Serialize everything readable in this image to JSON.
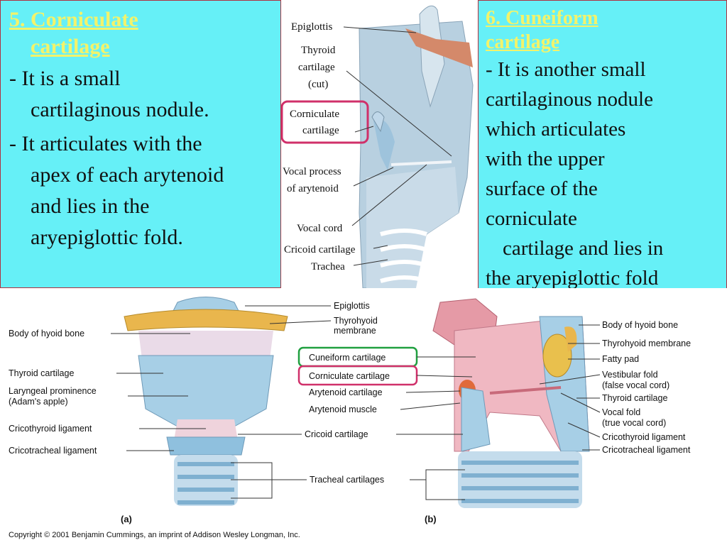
{
  "left_panel": {
    "heading_line1": "5. Corniculate",
    "heading_line2": "cartilage",
    "bullet1_line1": "- It is a small",
    "bullet1_line2": "cartilaginous nodule.",
    "bullet2_line1": "- It articulates with the",
    "bullet2_line2": "apex of each arytenoid",
    "bullet2_line3": "and lies in the",
    "bullet2_line4": "aryepiglottic fold."
  },
  "right_panel": {
    "heading_line1": "6. Cuneiform",
    "heading_line2": "cartilage",
    "lines": [
      "- It is another small",
      "cartilaginous nodule",
      "which articulates",
      "with the upper",
      "surface of the",
      "corniculate",
      "cartilage and lies in",
      "the aryepiglottic fold"
    ]
  },
  "top_figure": {
    "labels": {
      "epiglottis": "Epiglottis",
      "thyroid1": "Thyroid",
      "thyroid2": "cartilage",
      "thyroid3": "(cut)",
      "corniculate1": "Corniculate",
      "corniculate2": "cartilage",
      "vocal_process1": "Vocal process",
      "vocal_process2": "of arytenoid",
      "vocal_cord": "Vocal cord",
      "cricoid": "Cricoid cartilage",
      "trachea": "Trachea"
    }
  },
  "bottom_figure": {
    "left_labels": {
      "hyoid": "Body of hyoid bone",
      "thyroid": "Thyroid cartilage",
      "prominence1": "Laryngeal prominence",
      "prominence2": "(Adam's apple)",
      "cricothyroid": "Cricothyroid ligament",
      "cricotracheal": "Cricotracheal ligament"
    },
    "center_labels": {
      "epiglottis": "Epiglottis",
      "thyrohyoid1": "Thyrohyoid",
      "thyrohyoid2": "membrane",
      "cuneiform": "Cuneiform cartilage",
      "corniculate": "Corniculate cartilage",
      "arytenoid": "Arytenoid cartilage",
      "arytenoid_muscle": "Arytenoid muscle",
      "cricoid": "Cricoid cartilage",
      "tracheal": "Tracheal cartilages"
    },
    "right_labels": {
      "hyoid": "Body of hyoid bone",
      "thyrohyoid": "Thyrohyoid membrane",
      "fatty": "Fatty pad",
      "vestibular1": "Vestibular fold",
      "vestibular2": "(false vocal cord)",
      "thyroid": "Thyroid cartilage",
      "vocal1": "Vocal fold",
      "vocal2": "(true vocal cord)",
      "cricothyroid": "Cricothyroid ligament",
      "cricotracheal": "Cricotracheal ligament"
    },
    "panel_a": "(a)",
    "panel_b": "(b)",
    "copyright": "Copyright © 2001 Benjamin Cummings, an imprint of Addison Wesley Longman, Inc."
  },
  "colors": {
    "panel_bg": "#66f0f7",
    "heading": "#f3f36a",
    "highlight_magenta": "#d0306a",
    "highlight_green": "#20a040",
    "cartilage_blue": "#a7cfe6",
    "bone_yellow": "#e9b64d",
    "tissue_pink": "#e59aa6"
  }
}
